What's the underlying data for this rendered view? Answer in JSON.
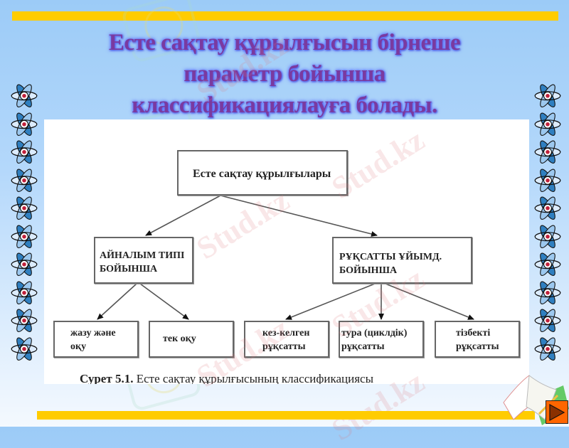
{
  "slide": {
    "title_lines": [
      "Есте сақтау құрылғысын бірнеше",
      "параметр бойынша",
      "классификациялауға болады."
    ],
    "colors": {
      "background_top": "#9ccbf7",
      "accent_bar": "#ffcc00",
      "title_text": "#7a3aa0",
      "title_glow": "#5a6cff",
      "next_button": "#ff6600"
    },
    "decorations": {
      "left_icon": "atom-icon",
      "left_icon_count": 10,
      "right_icon": "atom-icon",
      "right_icon_count": 10,
      "corner_image": "open-book-icon"
    },
    "watermark": "Stud.kz",
    "navigation": {
      "next_icon": "play-triangle-icon"
    }
  },
  "diagram": {
    "root": "Есте сақтау құрылғылары",
    "branches": [
      {
        "label_lines": [
          "АЙНАЛЫМ ТИПІ",
          "БОЙЫНША"
        ],
        "children": [
          {
            "lines": [
              "жазу және",
              "оқу"
            ]
          },
          {
            "lines": [
              "тек оқу"
            ]
          }
        ]
      },
      {
        "label_lines": [
          "РҰҚСАТТЫ ҰЙЫМД.",
          "БОЙЫНША"
        ],
        "children": [
          {
            "lines": [
              "кез-келген",
              "рұқсатты"
            ]
          },
          {
            "lines": [
              "тура (циклдік)",
              "рұқсатты"
            ]
          },
          {
            "lines": [
              "тізбекті",
              "рұқсатты"
            ]
          }
        ]
      }
    ],
    "caption": {
      "label": "Сурет 5.1.",
      "text": "Есте сақтау құрылғысының классификациясы"
    }
  }
}
